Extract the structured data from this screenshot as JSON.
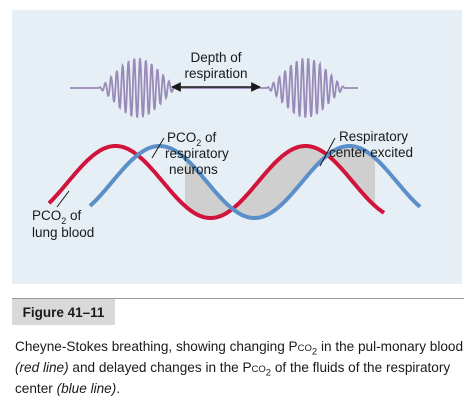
{
  "figure": {
    "labels": {
      "depth_line1": "Depth of",
      "depth_line2": "respiration",
      "resp_pco2_prefix": "PCO",
      "resp_pco2_sub": "2",
      "resp_pco2_suffix": " of",
      "resp_line2": "respiratory",
      "resp_line3": "neurons",
      "center_line1": "Respiratory",
      "center_line2": "center excited",
      "lung_pco2_prefix": "PCO",
      "lung_pco2_sub": "2",
      "lung_pco2_suffix": " of",
      "lung_line2": "lung blood"
    },
    "colors": {
      "panel_background": "#e6eff5",
      "breathing_trace": "#9a8ab8",
      "red_line": "#d2143c",
      "blue_line": "#5b8fc9",
      "excited_shading": "#cfcfcf",
      "arrow": "#1a1a1a"
    }
  },
  "caption": {
    "figure_label": "Figure 41–11",
    "text_1": "Cheyne-Stokes breathing, showing changing P",
    "text_co": "CO",
    "text_sub1": "2",
    "text_2": " in the pul-monary blood ",
    "text_red": "(red line)",
    "text_3": " and delayed changes in the P",
    "text_co2": "CO",
    "text_sub2": "2",
    "text_4": " of the fluids of the respiratory center ",
    "text_blue": "(blue line)",
    "text_5": "."
  }
}
